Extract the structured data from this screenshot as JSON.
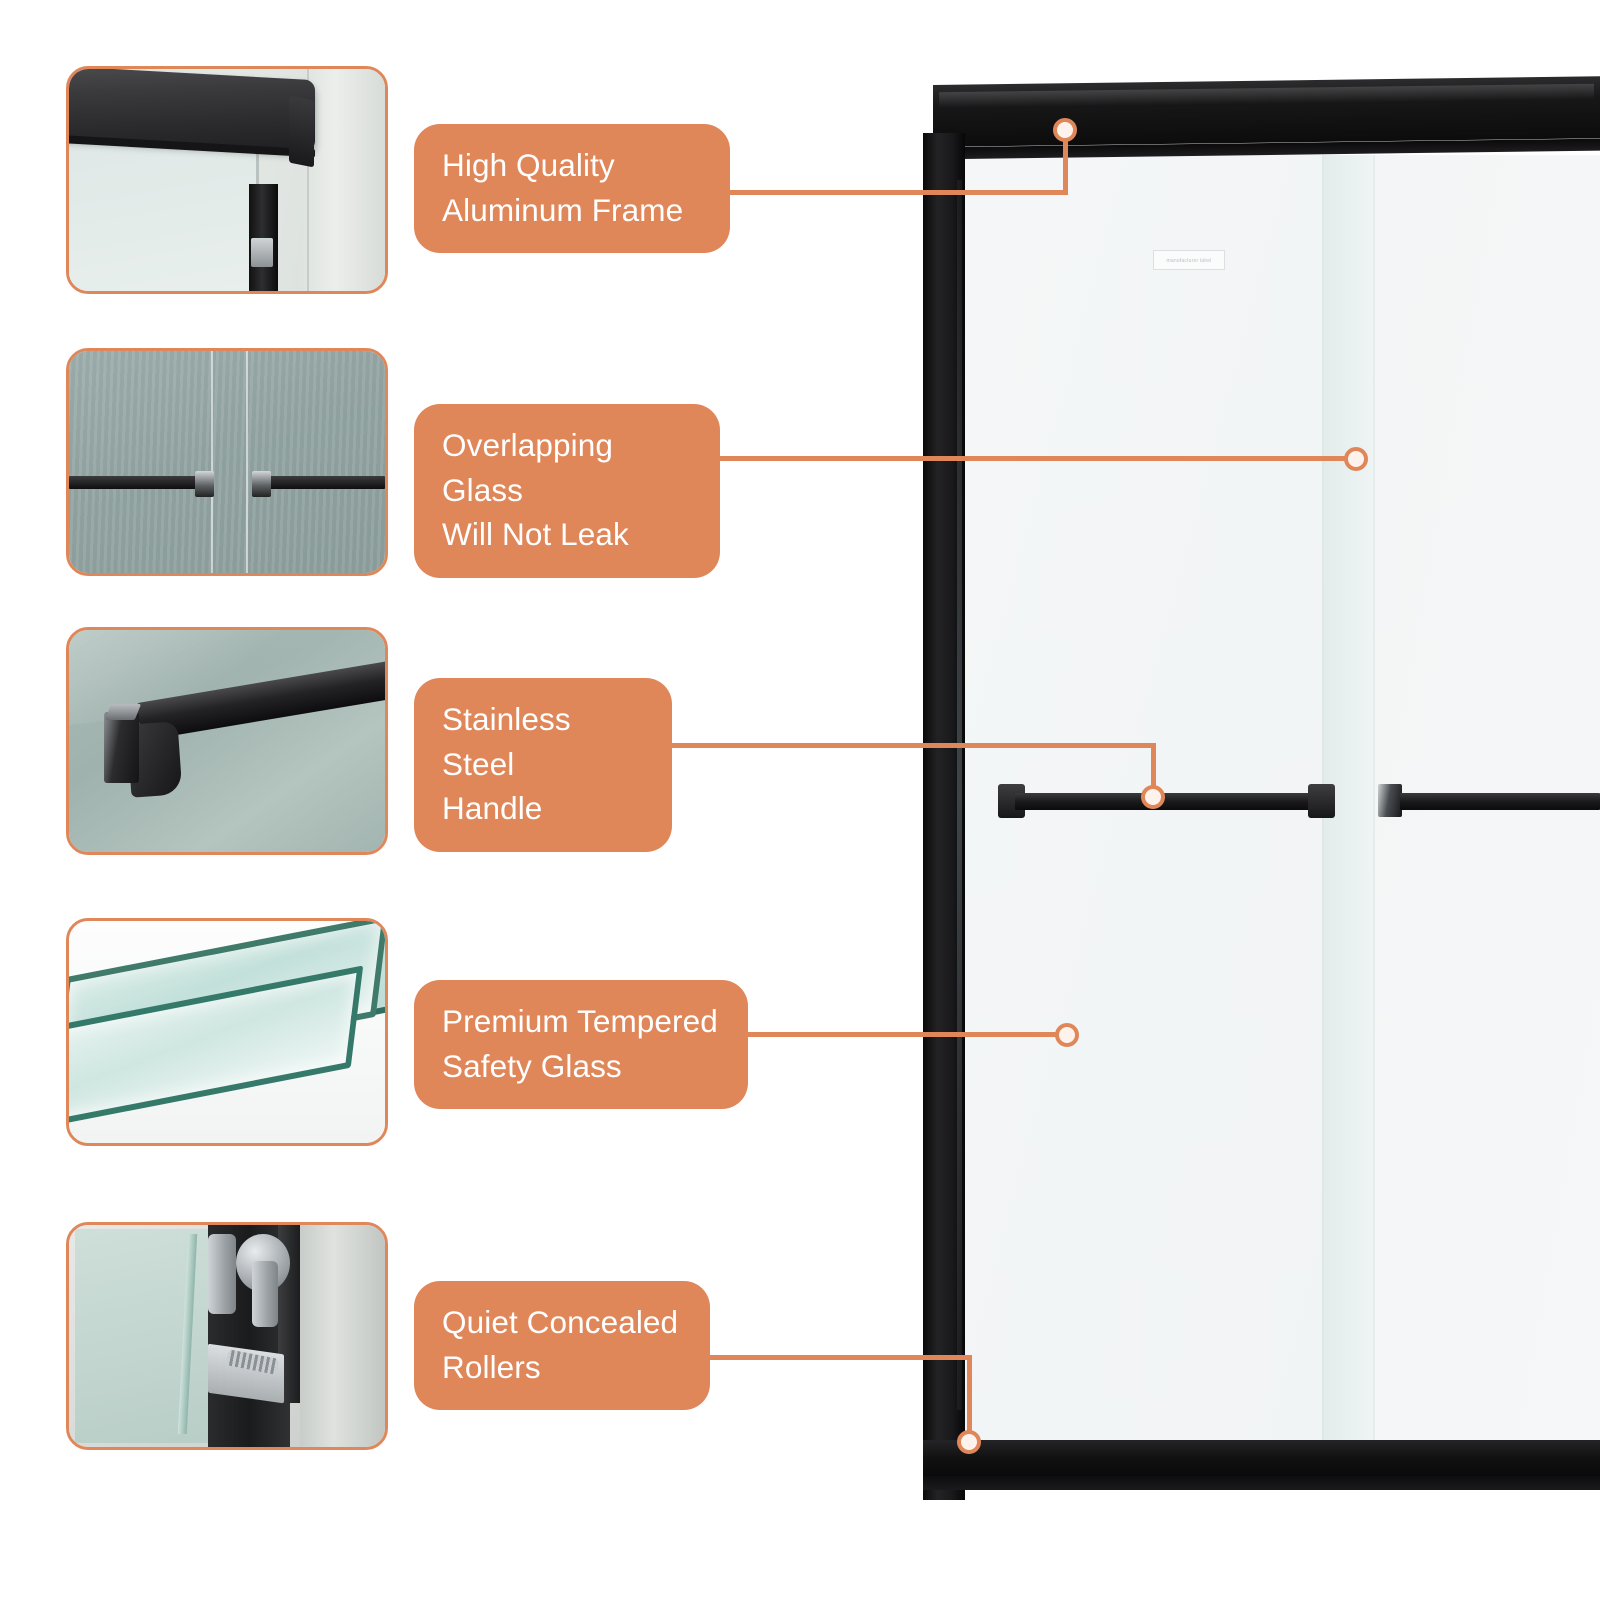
{
  "page": {
    "kind": "product-feature-callout-diagram",
    "background_color": "#FFFFFF",
    "accent_color": "#E0875A",
    "label_text_color": "#FFFFFF"
  },
  "features": [
    {
      "id": "aluminum-frame",
      "label": "High Quality\nAluminum Frame",
      "thumbnail_alt": "Close-up of black aluminum top header frame against wall",
      "marker_target": "top header frame"
    },
    {
      "id": "overlapping-glass",
      "label": "Overlapping Glass\nWill Not Leak",
      "thumbnail_alt": "Two black handles on overlapping glass panels in front of a grey-green wall",
      "marker_target": "glass overlap seam"
    },
    {
      "id": "stainless-handle",
      "label": "Stainless Steel\nHandle",
      "thumbnail_alt": "Close-up of black square stainless steel handle mounted on glass",
      "marker_target": "door handle bar"
    },
    {
      "id": "tempered-glass",
      "label": "Premium Tempered\nSafety Glass",
      "thumbnail_alt": "Stacked sheets of clear tempered glass with green edges",
      "marker_target": "glass panel"
    },
    {
      "id": "concealed-rollers",
      "label": "Quiet Concealed\nRollers",
      "thumbnail_alt": "Cutaway view of concealed roller wheels inside the bottom track",
      "marker_target": "bottom rail roller"
    }
  ],
  "product": {
    "alt": "Black framed sliding shower door with two clear glass panels",
    "frame_color": "#121213",
    "glass_color": "#F3F5F6",
    "sticker_text": "manufacturer label"
  }
}
